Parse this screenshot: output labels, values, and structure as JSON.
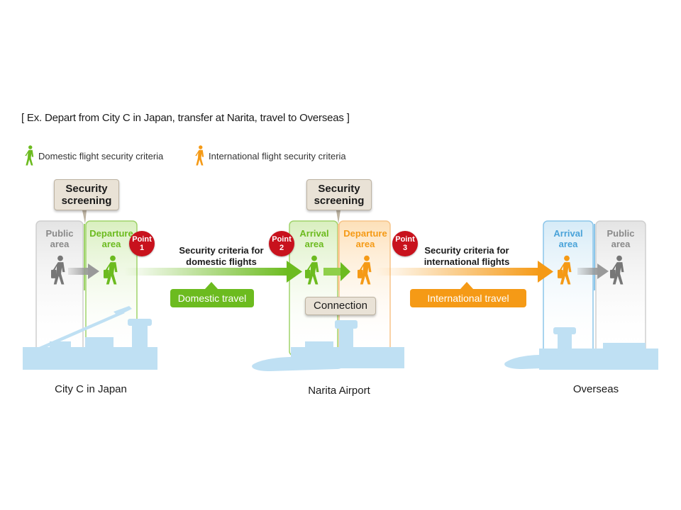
{
  "title": "[ Ex. Depart from City C in Japan, transfer at Narita, travel to Overseas ]",
  "legend": {
    "domestic": "Domestic flight security criteria",
    "international": "International flight security criteria"
  },
  "colors": {
    "domestic": "#6cbb1f",
    "international": "#f59a16",
    "overseas_blue": "#4aa3d9",
    "point_red": "#c8121d",
    "gray_person": "#777777"
  },
  "origin": {
    "screening": "Security screening",
    "public_area": "Public area",
    "departure_area": "Departure area",
    "point": {
      "label": "Point",
      "number": "1"
    },
    "place": "City C in Japan"
  },
  "domestic_leg": {
    "criteria": "Security criteria for domestic flights",
    "pill": "Domestic travel"
  },
  "narita": {
    "screening": "Security screening",
    "arrival_area": "Arrival area",
    "departure_area": "Departure area",
    "point_arrival": {
      "label": "Point",
      "number": "2"
    },
    "point_departure": {
      "label": "Point",
      "number": "3"
    },
    "connection": "Connection",
    "place": "Narita Airport"
  },
  "international_leg": {
    "criteria": "Security criteria for international flights",
    "pill": "International travel"
  },
  "overseas": {
    "arrival_area": "Arrival area",
    "public_area": "Public area",
    "place": "Overseas"
  }
}
